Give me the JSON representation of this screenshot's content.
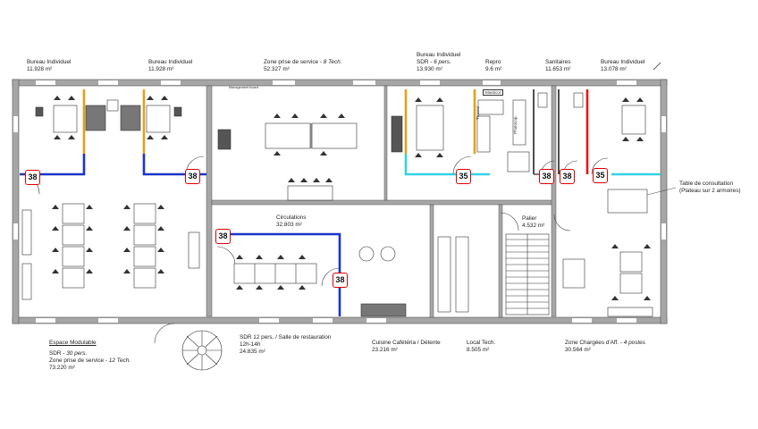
{
  "colors": {
    "wall": "#a6a6a6",
    "wall_outline": "#555555",
    "orange": "#e0a11a",
    "blue": "#1a35c8",
    "cyan": "#33d3e6",
    "red": "#e01818",
    "badge": "#dd0000"
  },
  "rooms": [
    {
      "name": "Bureau Individuel",
      "area": "11.928 m²"
    },
    {
      "name": "Bureau Individuel",
      "area": "11.928 m²"
    },
    {
      "name": "Zone prise de service - ",
      "suffix": "8 Tech.",
      "area": "52.327 m²"
    },
    {
      "name": "Bureau Individuel",
      "detail": "SDR - ",
      "detail_suffix": "6 pers.",
      "area": "13.930 m²"
    },
    {
      "name": "Repro",
      "area": "9.6 m²"
    },
    {
      "name": "Sanitaires",
      "area": "11.653 m²"
    },
    {
      "name": "Bureau Individuel",
      "area": "13.078 m²"
    },
    {
      "name": "Circulations",
      "area": "32.803 m²"
    },
    {
      "name": "Palier",
      "area": "4.532 m²"
    },
    {
      "name": "Cuisine Cafétéria / Détente",
      "area": "23.216 m²"
    },
    {
      "name": "Local Tech.",
      "area": "8.505 m²"
    },
    {
      "name": "Zone Chargées d'Aff. - ",
      "suffix": "4 postes",
      "area": "30.564 m²"
    }
  ],
  "espace": {
    "title": "Espace Modulable",
    "line1_a": "SDR - ",
    "line1_b": "30 pers.",
    "line2_a": "Zone prise de service - ",
    "line2_b": "12 Tech.",
    "area": "73.220 m²"
  },
  "sdr12": {
    "line1": "SDR 12 pers. / Salle de restauration",
    "line2": "12h-14h",
    "area": "24.835 m²"
  },
  "consultation": {
    "line1": "Table de consultation",
    "line2": "(Plateau sur 2 armoires)"
  },
  "furniture_tags": {
    "masticot": "Masticot",
    "traceur": "Traceur",
    "photocop": "Photocop.",
    "local_tag": "Management board"
  },
  "badges": [
    "38",
    "38",
    "35",
    "38",
    "38",
    "35",
    "38",
    "38"
  ]
}
